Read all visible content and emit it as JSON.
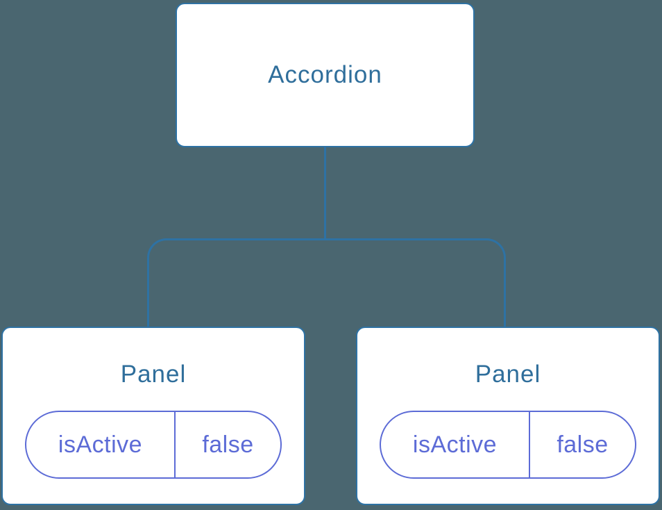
{
  "colors": {
    "background": "#4A6670",
    "node_fill": "#FFFFFF",
    "node_border": "#2E72A4",
    "node_label": "#2F6E9B",
    "connector": "#2E72A4",
    "state_accent": "#5C6BD6"
  },
  "tree": {
    "root": {
      "label": "Accordion"
    },
    "children": [
      {
        "label": "Panel",
        "state": {
          "name": "isActive",
          "value": "false"
        }
      },
      {
        "label": "Panel",
        "state": {
          "name": "isActive",
          "value": "false"
        }
      }
    ]
  }
}
